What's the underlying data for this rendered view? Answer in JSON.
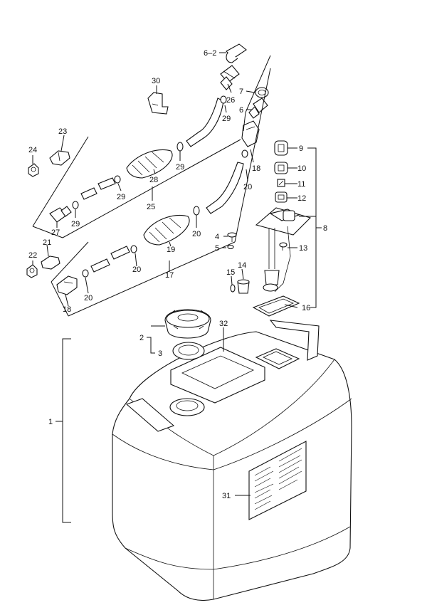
{
  "labels": {
    "p6_2": "6–2",
    "p30": "30",
    "p7": "7",
    "p26": "26",
    "p6": "6",
    "p29a": "29",
    "p23": "23",
    "p24": "24",
    "p9": "9",
    "p29b": "29",
    "p18a": "18",
    "p10": "10",
    "p28": "28",
    "p29c": "29",
    "p20a": "20",
    "p11": "11",
    "p12": "12",
    "p25": "25",
    "p29d": "29",
    "p27": "27",
    "p20b": "20",
    "p8": "8",
    "p4": "4",
    "p5": "5",
    "p21": "21",
    "p19": "19",
    "p13": "13",
    "p22": "22",
    "p20c": "20",
    "p17": "17",
    "p15": "15",
    "p14": "14",
    "p20d": "20",
    "p18b": "18",
    "p16": "16",
    "p2": "2",
    "p32": "32",
    "p3": "3",
    "p1": "1",
    "p31": "31"
  }
}
